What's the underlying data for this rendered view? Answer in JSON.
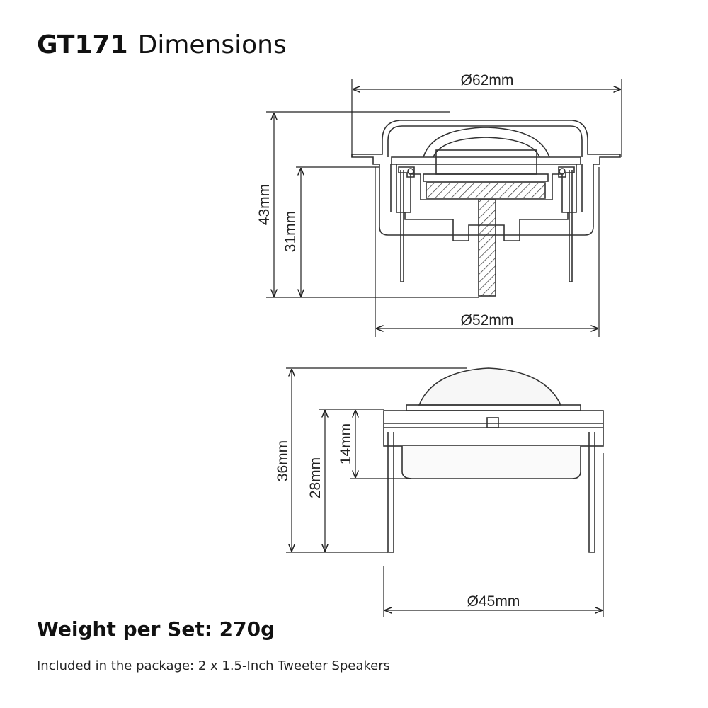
{
  "title": {
    "model": "GT171",
    "word": "Dimensions"
  },
  "top_view": {
    "outer_diameter": "Ø62mm",
    "total_height": "43mm",
    "mount_height": "31mm",
    "cutout_diameter": "Ø52mm"
  },
  "side_view": {
    "total_height": "36mm",
    "pin_height": "28mm",
    "body_height": "14mm",
    "diameter": "Ø45mm"
  },
  "weight": "Weight per Set: 270g",
  "package": "Included in the package: 2 x 1.5-Inch Tweeter Speakers"
}
